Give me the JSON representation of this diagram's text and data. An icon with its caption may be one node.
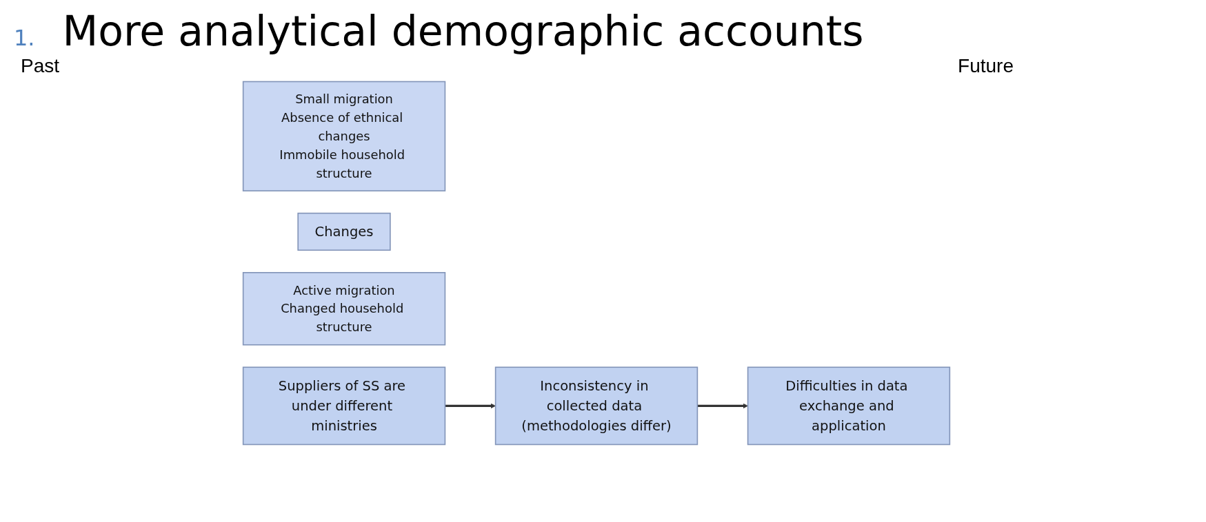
{
  "diagram": {
    "title": "More analytical demographic accounts",
    "nodes": [
      {
        "text": [
          "Small migration",
          "Absence of ethnical changes",
          "Immobile household structure"
        ]
      },
      {
        "text": [
          "Changes"
        ]
      },
      {
        "text": [
          "Active migration",
          "Changed household structure"
        ]
      },
      {
        "text": [
          "Suppliers of SS are under different ministries"
        ]
      },
      {
        "text": [
          "Inconsistency in collected data (methodologies differ)"
        ]
      },
      {
        "text": [
          "Difficulties in data exchange and application"
        ]
      }
    ],
    "edges": [
      {
        "from": 3,
        "to": 4,
        "arrow": "to"
      },
      {
        "from": 4,
        "to": 5,
        "arrow": "to"
      }
    ],
    "labels": [
      "1.",
      "Past",
      "Future"
    ]
  }
}
